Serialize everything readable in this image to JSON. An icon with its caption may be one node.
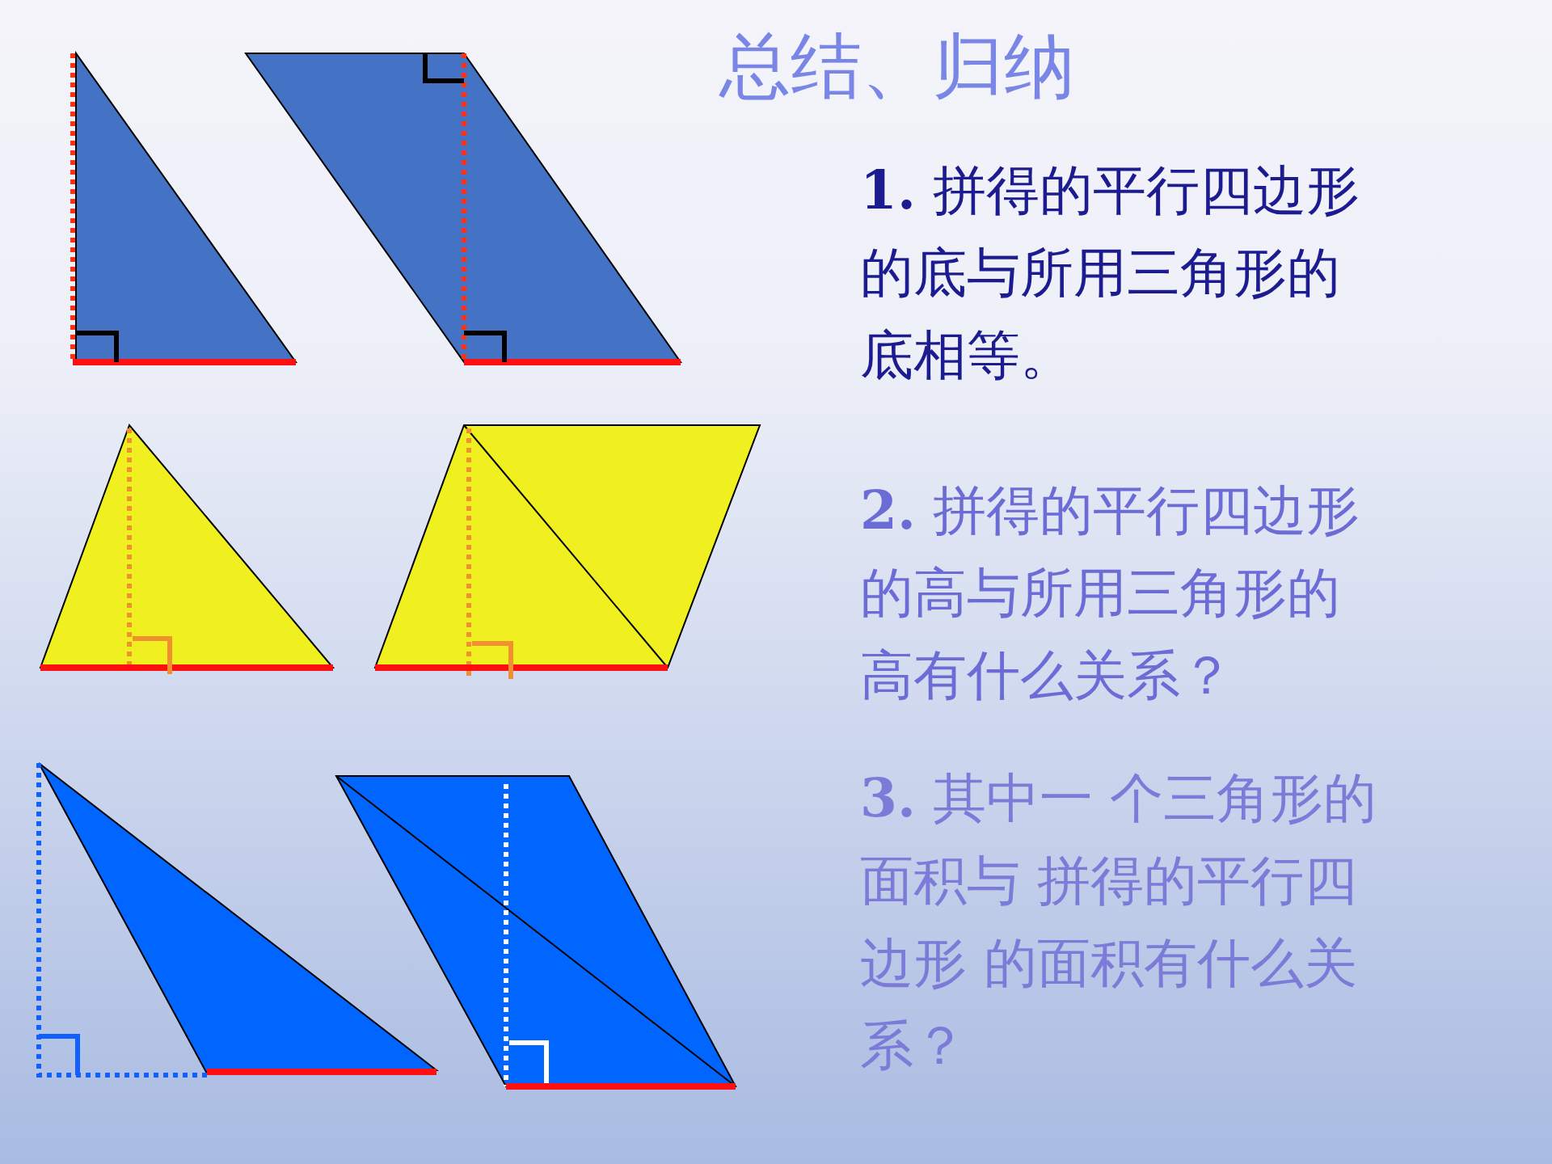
{
  "diagram": {
    "title": "总结、归纳",
    "labels": [
      "**1.** 拼得的平行四边形的底与所用三角形的底相等。",
      "**2.** 拼得的平行四边形的高与所用三角形的高有什么关系？",
      "**3.** 其中一 个三角形的面积与 拼得的平行四边形 的面积有什么关系？"
    ]
  }
}
